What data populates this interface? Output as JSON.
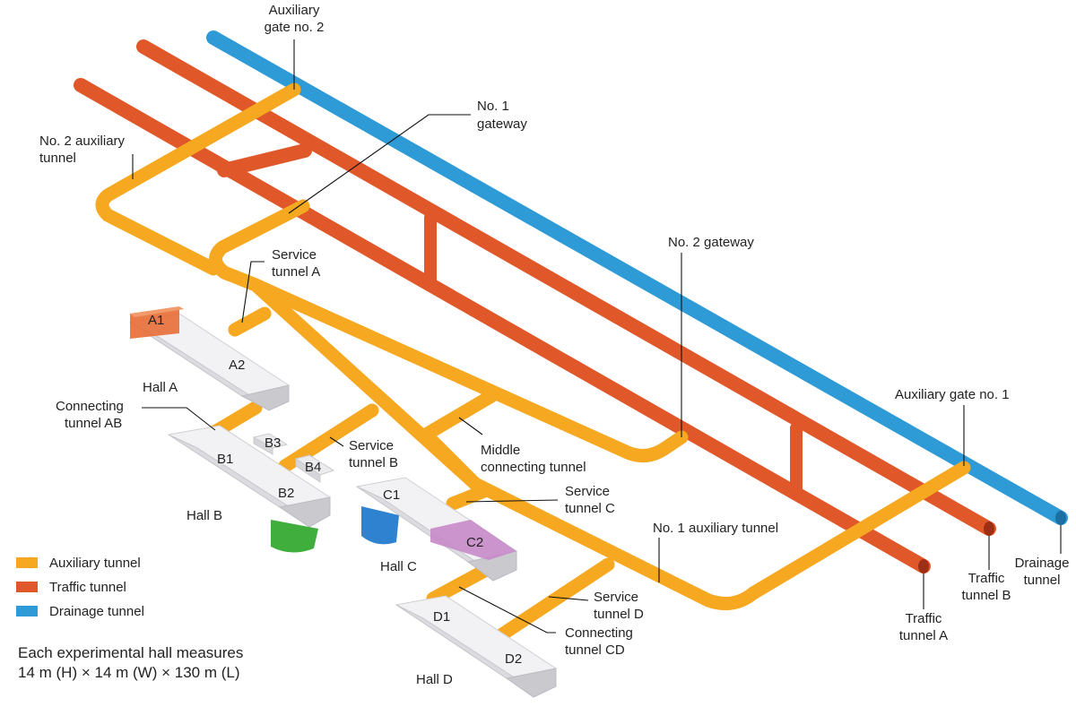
{
  "colors": {
    "auxiliary": "#f5a820",
    "traffic": "#e0572a",
    "drainage": "#2e9bd6",
    "hall": "#e4e4e8",
    "highlight_a1": "#e8703a",
    "highlight_c2": "#c889c8",
    "green_shaft": "#3fae3c",
    "blue_shaft": "#2f82cf"
  },
  "labels": {
    "aux_gate_2": [
      "Auxiliary",
      "gate no. 2"
    ],
    "no1_gateway": [
      "No. 1",
      "gateway"
    ],
    "no2_aux_tunnel": [
      "No. 2 auxiliary",
      "tunnel"
    ],
    "service_tunnel_a": [
      "Service",
      "tunnel A"
    ],
    "no2_gateway": "No. 2 gateway",
    "aux_gate_1": "Auxiliary gate no. 1",
    "connecting_tunnel_ab": [
      "Connecting",
      "tunnel AB"
    ],
    "service_tunnel_b": [
      "Service",
      "tunnel B"
    ],
    "middle_connecting_tunnel": [
      "Middle",
      "connecting tunnel"
    ],
    "service_tunnel_c": [
      "Service",
      "tunnel C"
    ],
    "no1_aux_tunnel": "No. 1 auxiliary tunnel",
    "service_tunnel_d": [
      "Service",
      "tunnel D"
    ],
    "connecting_tunnel_cd": [
      "Connecting",
      "tunnel CD"
    ],
    "traffic_tunnel_a": [
      "Traffic",
      "tunnel A"
    ],
    "traffic_tunnel_b": [
      "Traffic",
      "tunnel B"
    ],
    "drainage_tunnel": [
      "Drainage",
      "tunnel"
    ]
  },
  "halls": {
    "hall_a": "Hall A",
    "hall_b": "Hall B",
    "hall_c": "Hall C",
    "hall_d": "Hall D",
    "sections": {
      "a1": "A1",
      "a2": "A2",
      "b1": "B1",
      "b2": "B2",
      "b3": "B3",
      "b4": "B4",
      "c1": "C1",
      "c2": "C2",
      "d1": "D1",
      "d2": "D2"
    }
  },
  "legend": [
    {
      "label": "Auxiliary tunnel",
      "color": "#f5a820"
    },
    {
      "label": "Traffic tunnel",
      "color": "#e0572a"
    },
    {
      "label": "Drainage tunnel",
      "color": "#2e9bd6"
    }
  ],
  "note": [
    "Each experimental hall measures",
    "14 m (H) × 14 m (W) × 130 m (L)"
  ]
}
